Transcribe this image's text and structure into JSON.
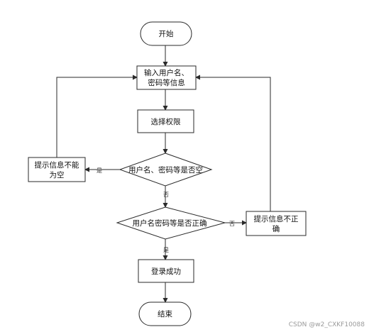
{
  "nodes": {
    "start": "开始",
    "input_line1": "输入用户名、",
    "input_line2": "密码等信息",
    "select_permission": "选择权限",
    "check_empty": "用户名、密码等是否空",
    "empty_tip_line1": "提示信息不能",
    "empty_tip_line2": "为空",
    "check_correct": "用户名密码等是否正确",
    "incorrect_tip_line1": "提示信息不正",
    "incorrect_tip_line2": "确",
    "login_success": "登录成功",
    "end": "结束"
  },
  "edge_labels": {
    "empty_yes": "是",
    "empty_no": "否",
    "correct_no": "否",
    "correct_yes": "是"
  },
  "watermark": "CSDN @w2_CXKF10088"
}
